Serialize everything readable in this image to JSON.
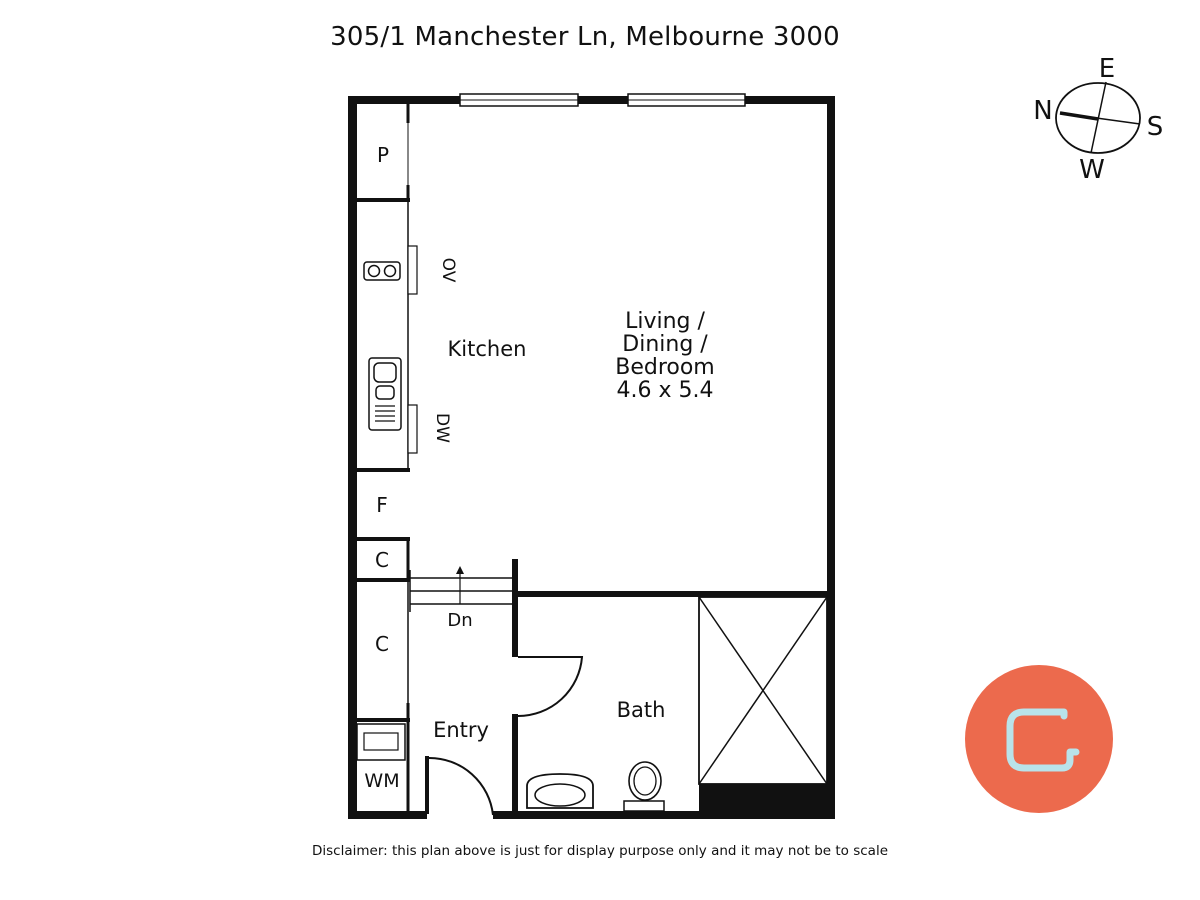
{
  "title": "305/1 Manchester Ln, Melbourne 3000",
  "disclaimer": "Disclaimer: this plan above is just for display purpose only and it may not be to scale",
  "rooms": {
    "pantry": "P",
    "oven": "OV",
    "kitchen": "Kitchen",
    "dishwasher": "DW",
    "fridge": "F",
    "cupboard_upper": "C",
    "cupboard_lower": "C",
    "stairs": "Dn",
    "entry": "Entry",
    "bath": "Bath",
    "laundry": "WM",
    "living": {
      "line1": "Living /",
      "line2": "Dining /",
      "line3": "Bedroom",
      "size": "4.6 x 5.4"
    }
  },
  "compass": {
    "n": "N",
    "e": "E",
    "s": "S",
    "w": "W"
  },
  "logo": {
    "icon": "g-logo-icon",
    "color": "#ec6a4d",
    "glyph_color": "#b9e3ea"
  }
}
